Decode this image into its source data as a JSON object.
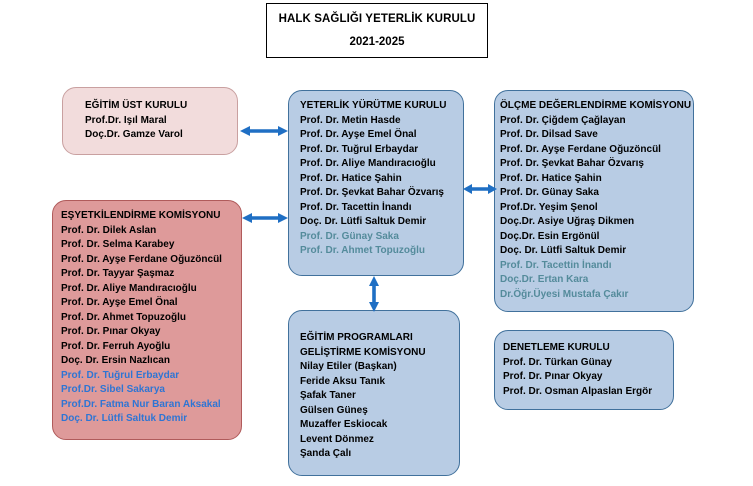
{
  "title": {
    "line1": "HALK SAĞLIĞI YETERLİK KURULU",
    "line2": "2021-2025"
  },
  "boxes": {
    "egitim_ust_kurulu": {
      "header": "EĞİTİM ÜST KURULU",
      "members": [
        {
          "name": "Prof.Dr. Işıl Maral",
          "color": "black"
        },
        {
          "name": "Doç.Dr. Gamze Varol",
          "color": "black"
        }
      ]
    },
    "yeterlik_yurutme_kurulu": {
      "header": "YETERLİK YÜRÜTME KURULU",
      "members": [
        {
          "name": "Prof. Dr. Metin Hasde",
          "color": "black"
        },
        {
          "name": "Prof. Dr. Ayşe Emel Önal",
          "color": "black"
        },
        {
          "name": "Prof. Dr. Tuğrul Erbaydar",
          "color": "black"
        },
        {
          "name": "Prof. Dr. Aliye Mandıracıoğlu",
          "color": "black"
        },
        {
          "name": "Prof. Dr. Hatice Şahin",
          "color": "black"
        },
        {
          "name": "Prof. Dr. Şevkat Bahar Özvarış",
          "color": "black"
        },
        {
          "name": "Prof. Dr. Tacettin İnandı",
          "color": "black"
        },
        {
          "name": "Doç. Dr. Lütfi Saltuk Demir",
          "color": "black"
        },
        {
          "name": "Prof. Dr. Günay Saka",
          "color": "teal"
        },
        {
          "name": "Prof. Dr. Ahmet Topuzoğlu",
          "color": "teal"
        }
      ]
    },
    "olcme_degerlendirme_komisyonu": {
      "header": "ÖLÇME DEĞERLENDİRME KOMİSYONU",
      "members": [
        {
          "name": "Prof. Dr. Çiğdem Çağlayan",
          "color": "black"
        },
        {
          "name": "Prof. Dr. Dilsad Save",
          "color": "black"
        },
        {
          "name": "Prof. Dr. Ayşe Ferdane Oğuzöncül",
          "color": "black"
        },
        {
          "name": "Prof. Dr. Şevkat Bahar Özvarış",
          "color": "black"
        },
        {
          "name": "Prof. Dr. Hatice Şahin",
          "color": "black"
        },
        {
          "name": "Prof. Dr. Günay Saka",
          "color": "black"
        },
        {
          "name": "Prof.Dr. Yeşim Şenol",
          "color": "black"
        },
        {
          "name": "Doç.Dr. Asiye Uğraş Dikmen",
          "color": "black"
        },
        {
          "name": "Doç.Dr. Esin Ergönül",
          "color": "black"
        },
        {
          "name": "Doç. Dr. Lütfi Saltuk Demir",
          "color": "black"
        },
        {
          "name": "Prof. Dr. Tacettin İnandı",
          "color": "teal"
        },
        {
          "name": "Doç.Dr. Ertan Kara",
          "color": "teal"
        },
        {
          "name": "Dr.Öğr.Üyesi Mustafa Çakır",
          "color": "teal"
        }
      ]
    },
    "esyetkilendirme_komisyonu": {
      "header": "EŞYETKİLENDİRME KOMİSYONU",
      "members": [
        {
          "name": "Prof. Dr. Dilek Aslan",
          "color": "black"
        },
        {
          "name": "Prof. Dr. Selma Karabey",
          "color": "black"
        },
        {
          "name": "Prof. Dr. Ayşe Ferdane Oğuzöncül",
          "color": "black"
        },
        {
          "name": "Prof. Dr. Tayyar Şaşmaz",
          "color": "black"
        },
        {
          "name": "Prof. Dr. Aliye Mandıracıoğlu",
          "color": "black"
        },
        {
          "name": "Prof. Dr. Ayşe Emel Önal",
          "color": "black"
        },
        {
          "name": "Prof. Dr. Ahmet Topuzoğlu",
          "color": "black"
        },
        {
          "name": "Prof. Dr. Pınar Okyay",
          "color": "black"
        },
        {
          "name": "Prof. Dr. Ferruh Ayoğlu",
          "color": "black"
        },
        {
          "name": "Doç. Dr. Ersin Nazlıcan",
          "color": "black"
        },
        {
          "name": "Prof. Dr. Tuğrul Erbaydar",
          "color": "blue"
        },
        {
          "name": "Prof.Dr. Sibel Sakarya",
          "color": "blue"
        },
        {
          "name": "Prof.Dr. Fatma Nur Baran Aksakal",
          "color": "blue"
        },
        {
          "name": "Doç. Dr. Lütfi Saltuk Demir",
          "color": "blue"
        }
      ]
    },
    "egitim_programlari_gelistirme_komisyonu": {
      "header_line1": "EĞİTİM PROGRAMLARI",
      "header_line2": "GELİŞTİRME KOMİSYONU",
      "members": [
        {
          "name": "Nilay Etiler (Başkan)",
          "color": "black"
        },
        {
          "name": "Feride Aksu Tanık",
          "color": "black"
        },
        {
          "name": "Şafak Taner",
          "color": "black"
        },
        {
          "name": "Gülsen Güneş",
          "color": "black"
        },
        {
          "name": "Muzaffer Eskiocak",
          "color": "black"
        },
        {
          "name": "Levent Dönmez",
          "color": "black"
        },
        {
          "name": "Şanda Çalı",
          "color": "black"
        }
      ]
    },
    "denetleme_kurulu": {
      "header": "DENETLEME KURULU",
      "members": [
        {
          "name": "Prof. Dr. Türkan Günay",
          "color": "black"
        },
        {
          "name": "Prof. Dr. Pınar Okyay",
          "color": "black"
        },
        {
          "name": "Prof. Dr. Osman Alpaslan Ergör",
          "color": "black"
        }
      ]
    }
  },
  "connectors": [
    {
      "name": "arrow-egitim-ust-to-yeterlik",
      "direction": "horizontal-both"
    },
    {
      "name": "arrow-esyetkilendirme-to-yeterlik",
      "direction": "horizontal-both"
    },
    {
      "name": "arrow-yeterlik-to-olcme",
      "direction": "horizontal-both"
    },
    {
      "name": "arrow-yeterlik-to-egitim-programlari",
      "direction": "vertical-both"
    }
  ],
  "colors": {
    "blue_box_fill": "#B8CCE4",
    "blue_box_border": "#41719C",
    "pink_light_fill": "#F2DCDC",
    "pink_dark_fill": "#DE9A9A",
    "arrow_color": "#1F6FC4",
    "teal_text": "#548B9B",
    "blue_text": "#2E75D4",
    "black_text": "#000000"
  }
}
